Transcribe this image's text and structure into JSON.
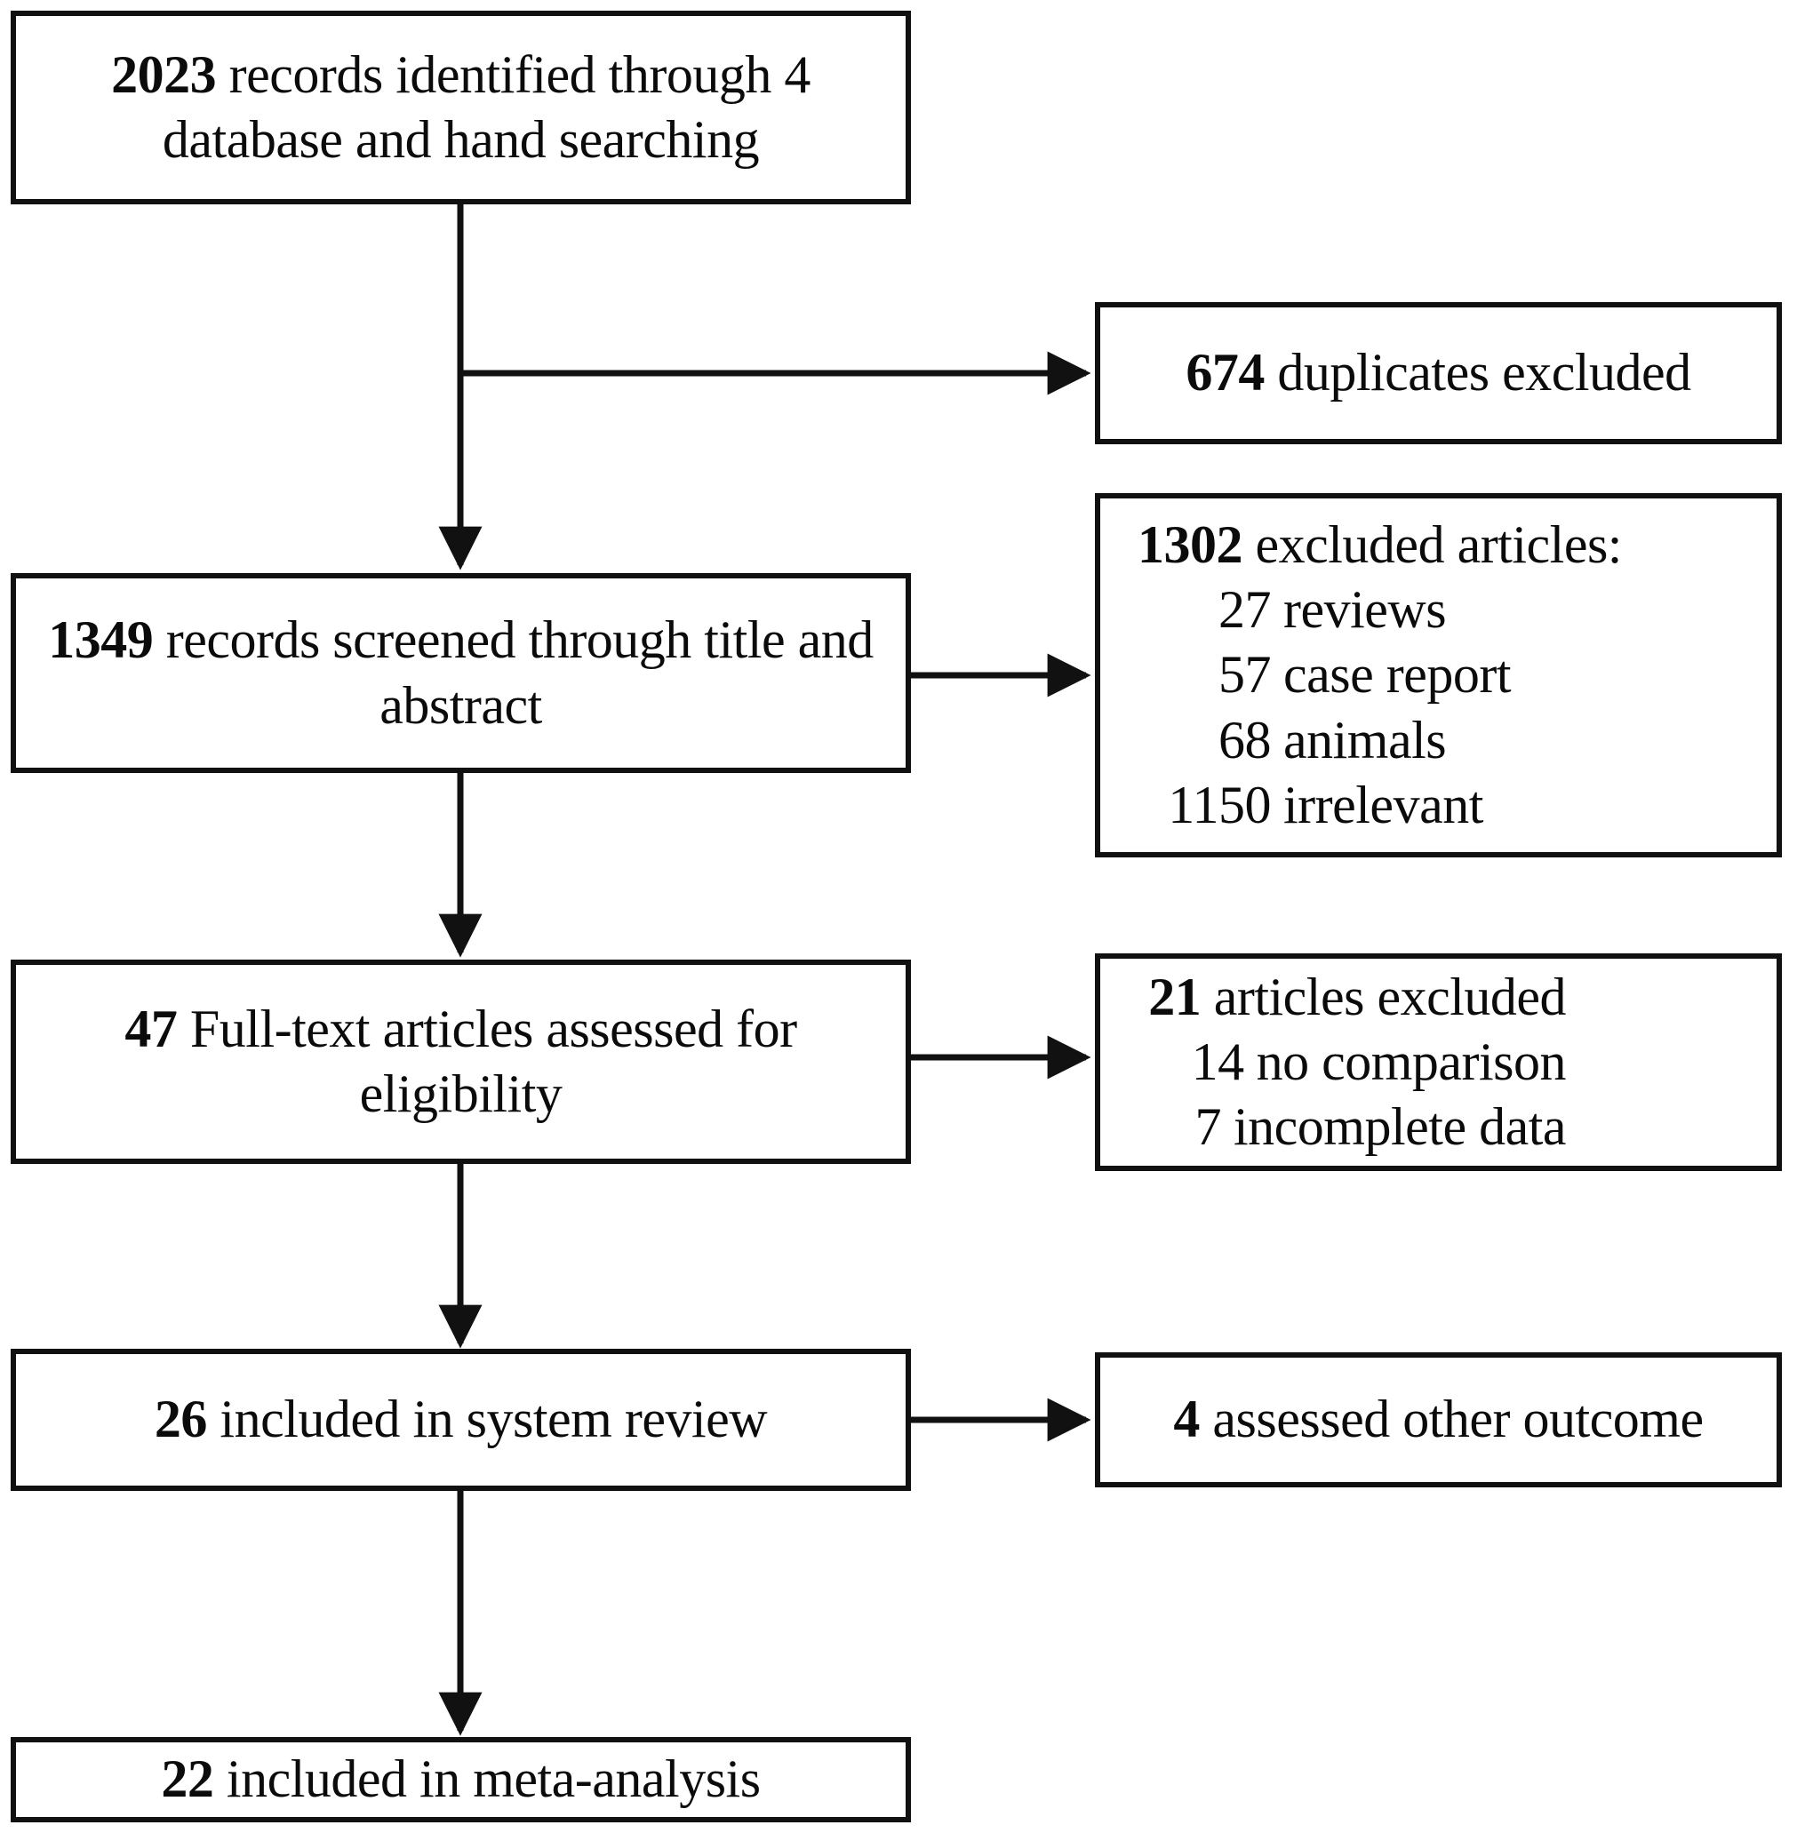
{
  "diagram": {
    "type": "prisma-flow-diagram",
    "title": "",
    "colors": {
      "box_border": "#111111",
      "box_fill": "#ffffff",
      "connector": "#111111",
      "text": "#0b0b0b"
    },
    "nodes": [
      {
        "id": "identification",
        "count": "2023",
        "line1_rest": " records identified through 4",
        "line2": "database and hand searching"
      },
      {
        "id": "duplicates-excluded",
        "count": "674",
        "rest": " duplicates excluded"
      },
      {
        "id": "screened",
        "count": "1349",
        "line1_rest": " records screened through title and",
        "line2": "abstract"
      },
      {
        "id": "excluded-articles",
        "header_count": "1302",
        "header_rest": " excluded articles:",
        "items": [
          {
            "count": "27",
            "label": "reviews"
          },
          {
            "count": "57",
            "label": "case report"
          },
          {
            "count": "68",
            "label": "animals"
          },
          {
            "count": "1150",
            "label": "irrelevant"
          }
        ]
      },
      {
        "id": "full-text-assessed",
        "count": "47",
        "line1_rest": " Full-text articles assessed for",
        "line2": "eligibility"
      },
      {
        "id": "full-text-excluded",
        "header_count": "21",
        "header_rest": " articles excluded",
        "items": [
          {
            "count": "14",
            "label": "no comparison"
          },
          {
            "count": "7",
            "label": "incomplete data"
          }
        ]
      },
      {
        "id": "included-systematic-review",
        "count": "26",
        "rest": " included in system review"
      },
      {
        "id": "other-outcome",
        "count": "4",
        "rest": " assessed other outcome"
      },
      {
        "id": "included-meta-analysis",
        "count": "22",
        "rest": " included in meta-analysis"
      }
    ]
  }
}
